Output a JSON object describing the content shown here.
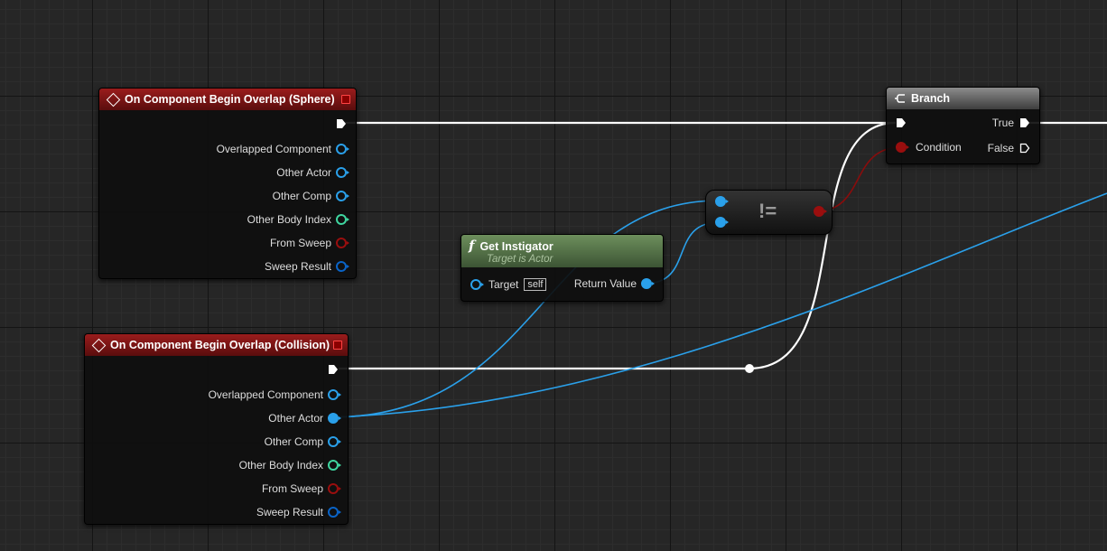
{
  "event_sphere": {
    "title": "On Component Begin Overlap (Sphere)",
    "pins": [
      "Overlapped Component",
      "Other Actor",
      "Other Comp",
      "Other Body Index",
      "From Sweep",
      "Sweep Result"
    ]
  },
  "event_collision": {
    "title": "On Component Begin Overlap (Collision)",
    "pins": [
      "Overlapped Component",
      "Other Actor",
      "Other Comp",
      "Other Body Index",
      "From Sweep",
      "Sweep Result"
    ]
  },
  "get_instigator": {
    "title": "Get Instigator",
    "subtitle": "Target is Actor",
    "target_label": "Target",
    "target_default": "self",
    "return_label": "Return Value"
  },
  "not_equal": {
    "symbol": "!="
  },
  "branch": {
    "title": "Branch",
    "condition_label": "Condition",
    "true_label": "True",
    "false_label": "False"
  },
  "colors": {
    "object_pin": "#2aa0ea",
    "int_pin": "#3fd6a0",
    "bool_pin": "#9a0e0e",
    "struct_pin": "#0a64c8",
    "exec_wire": "#ffffff"
  }
}
